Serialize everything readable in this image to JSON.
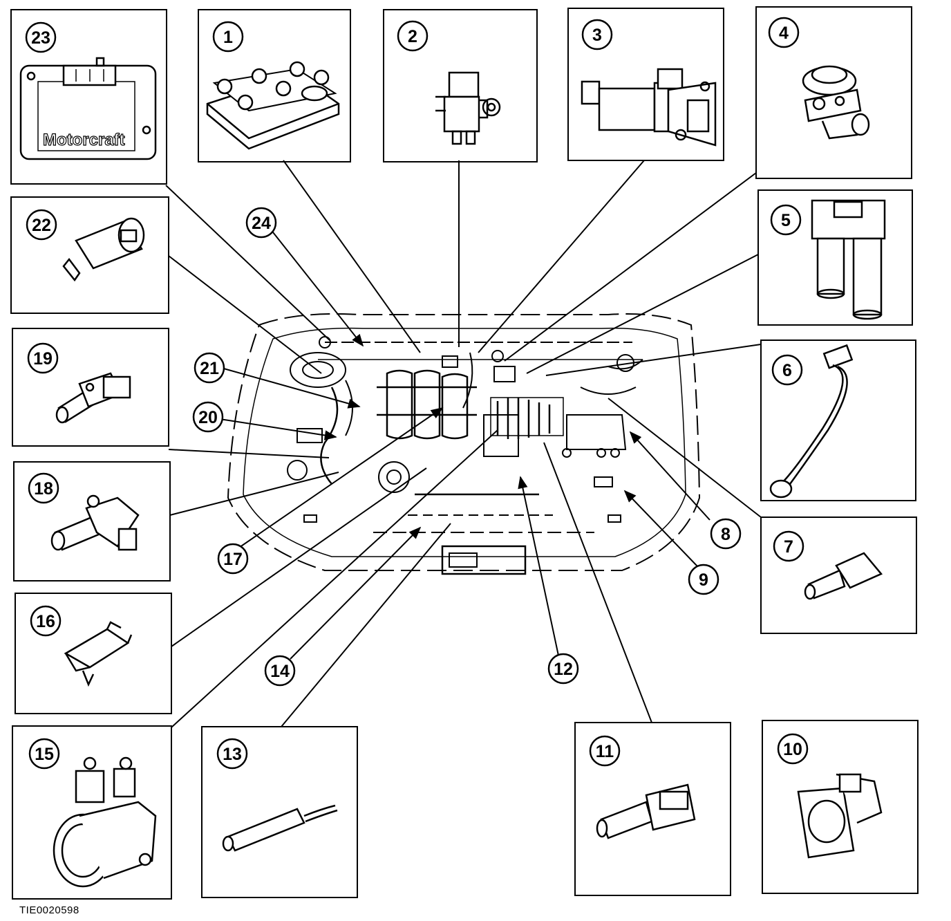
{
  "figure_id": "TIE0020598",
  "badge_word": "Motorcraft",
  "colors": {
    "ink": "#000000",
    "paper": "#ffffff"
  },
  "components": [
    {
      "num": "1",
      "icon": "ignition-coil-pack-icon"
    },
    {
      "num": "2",
      "icon": "vacuum-solenoid-valve-icon"
    },
    {
      "num": "3",
      "icon": "idle-air-control-valve-icon"
    },
    {
      "num": "4",
      "icon": "egr-valve-icon"
    },
    {
      "num": "5",
      "icon": "twin-canister-icon"
    },
    {
      "num": "6",
      "icon": "knock-sensor-cable-icon"
    },
    {
      "num": "7",
      "icon": "temperature-sensor-icon"
    },
    {
      "num": "10",
      "icon": "throttle-position-sensor-icon"
    },
    {
      "num": "11",
      "icon": "coolant-temperature-sensor-icon"
    },
    {
      "num": "13",
      "icon": "oxygen-sensor-icon"
    },
    {
      "num": "15",
      "icon": "throttle-body-icon"
    },
    {
      "num": "16",
      "icon": "relay-module-icon"
    },
    {
      "num": "18",
      "icon": "crankshaft-position-sensor-icon"
    },
    {
      "num": "19",
      "icon": "camshaft-position-sensor-icon"
    },
    {
      "num": "22",
      "icon": "pressure-switch-icon"
    },
    {
      "num": "23",
      "icon": "engine-control-module-icon"
    }
  ],
  "callouts": [
    "8",
    "9",
    "12",
    "14",
    "17",
    "20",
    "21",
    "24"
  ]
}
